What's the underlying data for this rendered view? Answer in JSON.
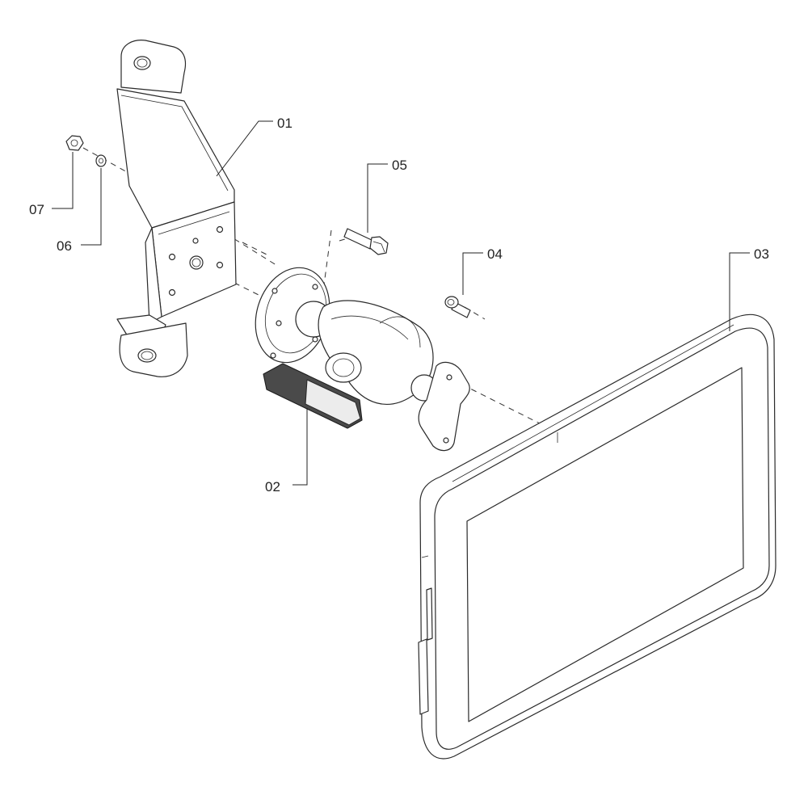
{
  "diagram": {
    "callouts": [
      {
        "id": "01",
        "label": "01"
      },
      {
        "id": "02",
        "label": "02"
      },
      {
        "id": "03",
        "label": "03"
      },
      {
        "id": "04",
        "label": "04"
      },
      {
        "id": "05",
        "label": "05"
      },
      {
        "id": "06",
        "label": "06"
      },
      {
        "id": "07",
        "label": "07"
      }
    ]
  }
}
